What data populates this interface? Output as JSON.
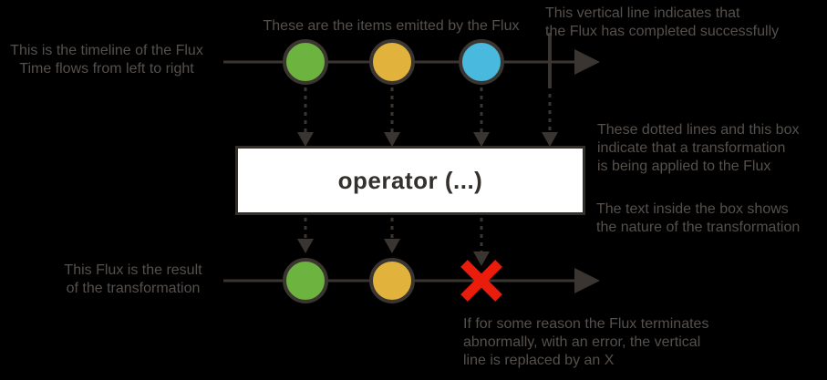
{
  "colors": {
    "background": "#000000",
    "stroke": "#3a3531",
    "label_text": "#55504c",
    "marble_green": "#6cb33f",
    "marble_yellow": "#e2b33c",
    "marble_blue": "#49b9dd",
    "error_red": "#ea1c0c",
    "operator_box_fill": "#ffffff",
    "operator_box_border": "#332f2b",
    "operator_text": "#34302c"
  },
  "operator_box": {
    "label": "operator (...)"
  },
  "annotations": {
    "timeline": "This is the timeline of the Flux\nTime flows from left to right",
    "items": "These are the items emitted by the Flux",
    "complete": "This vertical line indicates that\nthe Flux has completed successfully",
    "transform": "These dotted lines and this box\nindicate that a transformation\nis being applied to the Flux",
    "box_text": "The text inside the box shows\nthe nature of the transformation",
    "result": "This Flux is the result\nof the transformation",
    "error": "If for some reason the Flux terminates\nabnormally, with an error, the vertical\nline is replaced by an X"
  },
  "diagram": {
    "top_flux": {
      "marbles": [
        "green",
        "yellow",
        "blue"
      ],
      "terminal": "complete"
    },
    "bottom_flux": {
      "marbles": [
        "green",
        "yellow"
      ],
      "terminal": "error"
    }
  }
}
